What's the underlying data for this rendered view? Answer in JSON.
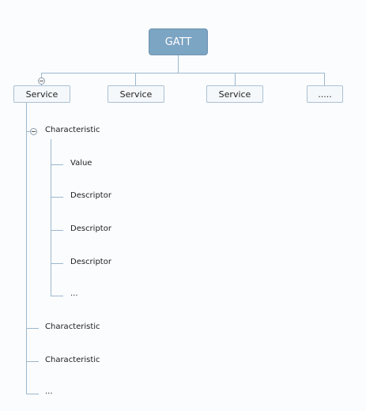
{
  "root": {
    "label": "GATT"
  },
  "services": [
    {
      "label": "Service"
    },
    {
      "label": "Service"
    },
    {
      "label": "Service"
    },
    {
      "label": "....."
    }
  ],
  "characteristic_expanded": {
    "label": "Characteristic",
    "children": [
      {
        "label": "Value"
      },
      {
        "label": "Descriptor"
      },
      {
        "label": "Descriptor"
      },
      {
        "label": "Descriptor"
      },
      {
        "label": "..."
      }
    ]
  },
  "characteristics_other": [
    {
      "label": "Characteristic"
    },
    {
      "label": "Characteristic"
    },
    {
      "label": "..."
    }
  ]
}
